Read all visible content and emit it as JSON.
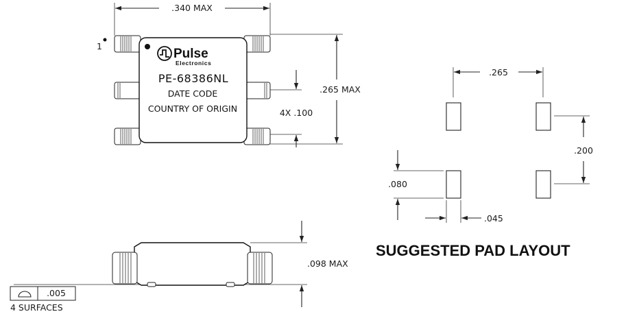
{
  "top_view": {
    "width_dim": ".340 MAX",
    "height_dim": ".265 MAX",
    "pitch_dim": "4X  .100",
    "pin1_label": "1",
    "brand_name": "Pulse",
    "brand_sub": "Electronics",
    "part_number": "PE-68386NL",
    "line_date": "DATE CODE",
    "line_origin": "COUNTRY OF ORIGIN"
  },
  "side_view": {
    "height_dim": ".098 MAX",
    "flatness_tolerance": ".005",
    "flatness_note": "4 SURFACES",
    "flatness_symbol": "flatness-icon"
  },
  "pad_layout": {
    "title": "SUGGESTED PAD LAYOUT",
    "horiz_pitch": ".265",
    "vert_pitch": ".200",
    "pad_length": ".080",
    "pad_width": ".045"
  }
}
